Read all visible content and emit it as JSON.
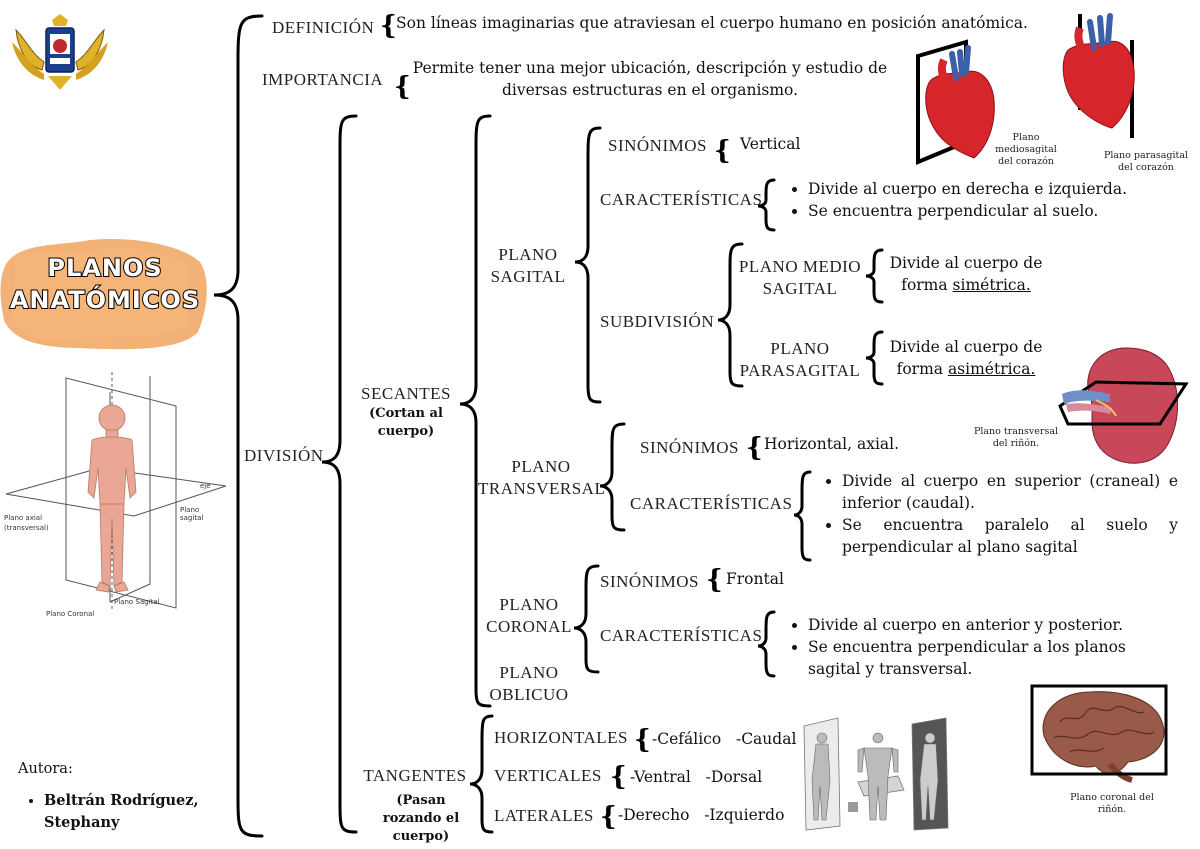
{
  "title": {
    "line1": "PLANOS",
    "line2": "ANATÓMICOS"
  },
  "definicion": {
    "label": "DEFINICIÓN",
    "text": "Son líneas imaginarias que atraviesan el cuerpo humano en posición anatómica."
  },
  "importancia": {
    "label": "IMPORTANCIA",
    "text": "Permite tener una mejor ubicación, descripción y estudio de diversas estructuras en el organismo."
  },
  "division": {
    "label": "DIVISIÓN"
  },
  "secantes": {
    "label": "SECANTES",
    "note": "(Cortan al cuerpo)"
  },
  "sagital": {
    "label_line1": "PLANO",
    "label_line2": "SAGITAL",
    "sinonimos_label": "SINÓNIMOS",
    "sinonimos_value": "Vertical",
    "caracteristicas_label": "CARACTERÍSTICAS",
    "caracteristicas": [
      "Divide al cuerpo en derecha e izquierda.",
      "Se encuentra perpendicular al suelo."
    ],
    "subdivision_label": "SUBDIVISIÓN",
    "medio_label_line1": "PLANO MEDIO",
    "medio_label_line2": "SAGITAL",
    "medio_text_line1": "Divide al cuerpo de",
    "medio_text_prefix": "forma ",
    "medio_text_word": "simétrica.",
    "para_label_line1": "PLANO",
    "para_label_line2": "PARASAGITAL",
    "para_text_line1": "Divide al cuerpo de",
    "para_text_prefix": "forma ",
    "para_text_word": "asimétrica."
  },
  "transversal": {
    "label_line1": "PLANO",
    "label_line2": "TRANSVERSAL",
    "sinonimos_label": "SINÓNIMOS",
    "sinonimos_value": "Horizontal, axial.",
    "caracteristicas_label": "CARACTERÍSTICAS",
    "caracteristicas": [
      "Divide al cuerpo en superior (craneal) e inferior (caudal).",
      "Se encuentra paralelo al suelo y perpendicular al plano sagital"
    ]
  },
  "coronal": {
    "label_line1": "PLANO",
    "label_line2": "CORONAL",
    "sinonimos_label": "SINÓNIMOS",
    "sinonimos_value": "Frontal",
    "caracteristicas_label": "CARACTERÍSTICAS",
    "caracteristicas": [
      "Divide al cuerpo en anterior y posterior.",
      "Se encuentra perpendicular a los planos sagital y transversal."
    ]
  },
  "oblicuo": {
    "label_line1": "PLANO",
    "label_line2": "OBLICUO"
  },
  "tangentes": {
    "label": "TANGENTES",
    "note": "(Pasan rozando el cuerpo)",
    "horizontales_label": "HORIZONTALES",
    "horizontales_value": "-Cefálico   -Caudal",
    "verticales_label": "VERTICALES",
    "verticales_value": "-Ventral   -Dorsal",
    "laterales_label": "LATERALES",
    "laterales_value": "-Derecho   -Izquierdo"
  },
  "captions": {
    "heart_medio": "Plano mediosagital del corazón",
    "heart_para": "Plano parasagital del corazón",
    "kidney": "Plano transversal del riñón.",
    "brain": "Plano coronal del riñón."
  },
  "author": {
    "label": "Autora:",
    "name": "Beltrán Rodríguez, Stephany"
  },
  "colors": {
    "title_bg": "#f0a35e",
    "heart": "#d6262c",
    "heart_blue": "#3b5fa8",
    "kidney": "#c8485a",
    "brain": "#9a5a4a",
    "skin": "#eaa796"
  }
}
